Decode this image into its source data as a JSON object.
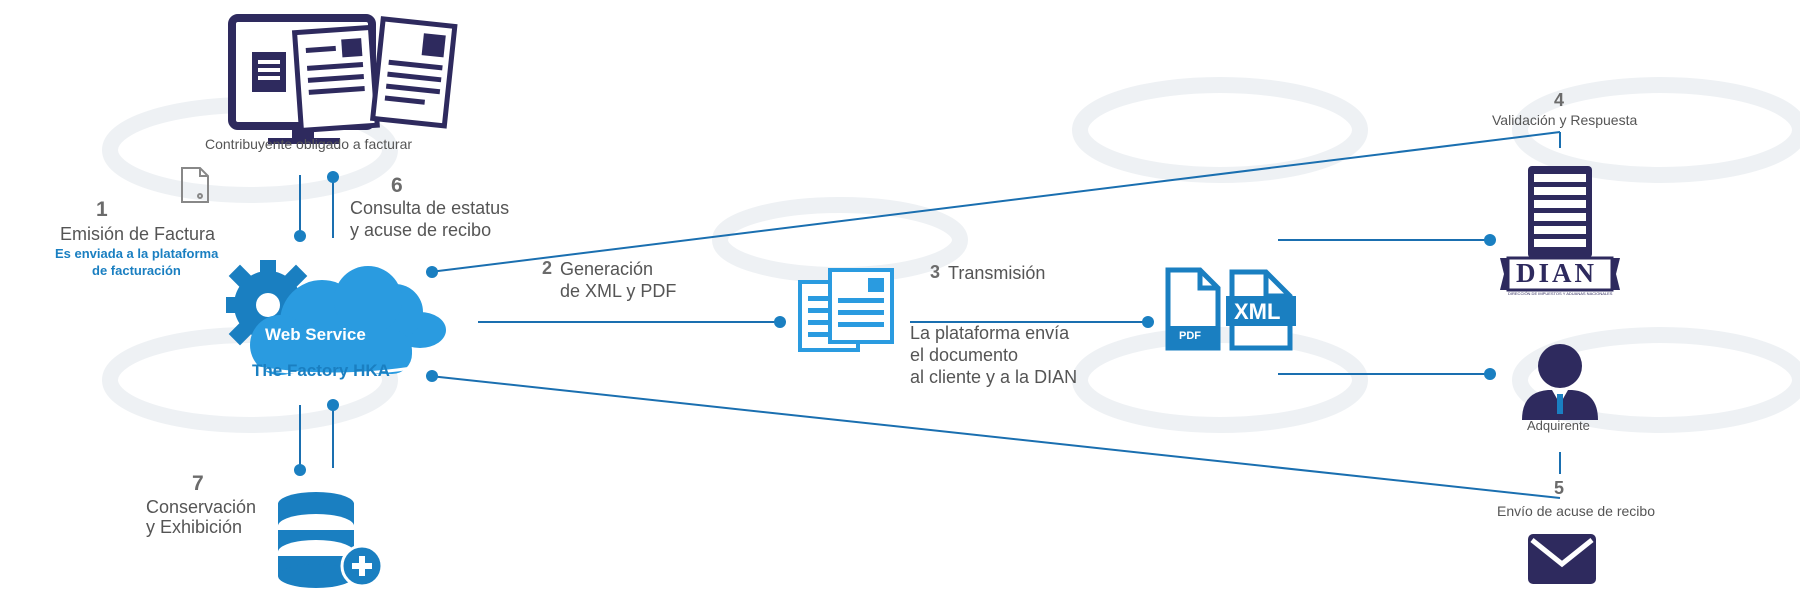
{
  "contribuyente": {
    "label": "Contribuyente obligado a facturar"
  },
  "step1": {
    "num": "1",
    "title": "Emisión de Factura",
    "sub1": "Es enviada a la plataforma",
    "sub2": "de facturación"
  },
  "step2": {
    "num": "2",
    "line1": "Generación",
    "line2": "de XML y PDF"
  },
  "step3": {
    "num": "3",
    "title": "Transmisión",
    "line1": "La plataforma envía",
    "line2": "el documento",
    "line3": "al cliente y a la DIAN"
  },
  "step4": {
    "num": "4",
    "title": "Validación y Respuesta"
  },
  "step5": {
    "num": "5",
    "title": "Envío de acuse de recibo"
  },
  "step6": {
    "num": "6",
    "line1": "Consulta de estatus",
    "line2": "y acuse de recibo"
  },
  "step7": {
    "num": "7",
    "line1": "Conservación",
    "line2": "y Exhibición"
  },
  "web_service": {
    "line1": "Web Service",
    "line2": "The Factory HKA"
  },
  "dian": {
    "name": "DIAN",
    "subtitle": "DIRECCIÓN DE IMPUESTOS Y ADUANAS NACIONALES"
  },
  "adquirente": {
    "label": "Adquirente"
  },
  "files": {
    "pdf": "PDF",
    "xml": "XML"
  },
  "colors": {
    "navy": "#2e2a5e",
    "blue": "#1a7fc1",
    "light_blue": "#2a9be0",
    "line": "#1a6fb0"
  }
}
